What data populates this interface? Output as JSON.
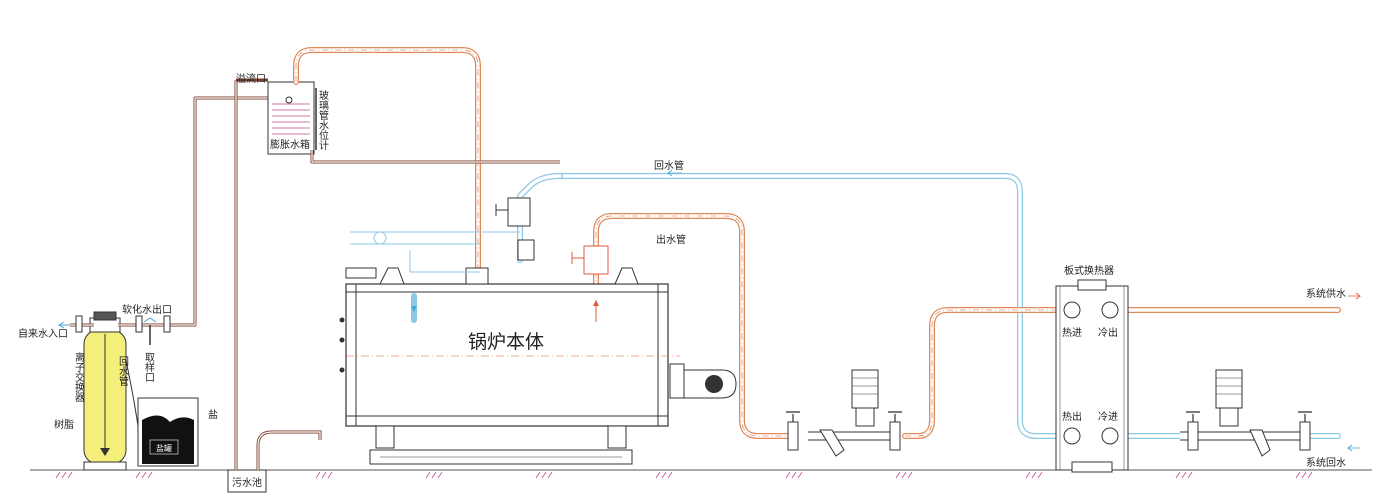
{
  "labels": {
    "tap_water_inlet": "自来水入口",
    "softened_outlet": "软化水出口",
    "sampling_port": "取样口",
    "ion_exchanger": "离子交换器",
    "return_pipe_small": "回水管",
    "resin": "树脂",
    "salt": "盐",
    "salt_tank": "盐罐",
    "overflow_port": "溢流口",
    "expansion_tank": "膨胀水箱",
    "glass_gauge": "玻璃管水位计",
    "sewage_pool": "污水池",
    "boiler_body": "锅炉本体",
    "return_pipe": "回水管",
    "outlet_pipe": "出水管",
    "plate_exchanger": "板式换热器",
    "hot_in": "热进",
    "cold_out": "冷出",
    "hot_out": "热出",
    "cold_in": "冷进",
    "system_supply": "系统供水",
    "system_return": "系统回水"
  },
  "colors": {
    "hot_pipe": "#e08a5a",
    "cold_pipe": "#8cc9e6",
    "brown_pipe": "#7a3d2a",
    "resin_fill": "#f4ee7a",
    "outline": "#333333"
  }
}
